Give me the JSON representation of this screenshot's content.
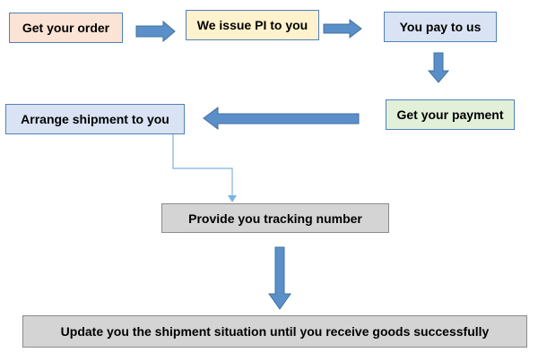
{
  "steps": {
    "get_order": {
      "label": "Get your order",
      "color": "#fbe4d5"
    },
    "issue_pi": {
      "label": "We issue PI to you",
      "color": "#fff2cc"
    },
    "you_pay": {
      "label": "You pay to us",
      "color": "#dae3f3"
    },
    "get_payment": {
      "label": "Get your payment",
      "color": "#e2f0d9"
    },
    "arrange_shipment": {
      "label": "Arrange shipment to you",
      "color": "#dae3f3"
    },
    "tracking_number": {
      "label": "Provide you tracking number",
      "color": "#d4d4d4"
    },
    "update_situation": {
      "label": "Update you the shipment situation until you receive goods successfully",
      "color": "#d4d4d4"
    }
  },
  "colors": {
    "box_border": "#4f81bd",
    "arrow_fill": "#5b8fc9",
    "arrow_stroke": "#41719c",
    "connector_line": "#7fb2e0",
    "gray_border": "#8a8a8a"
  }
}
